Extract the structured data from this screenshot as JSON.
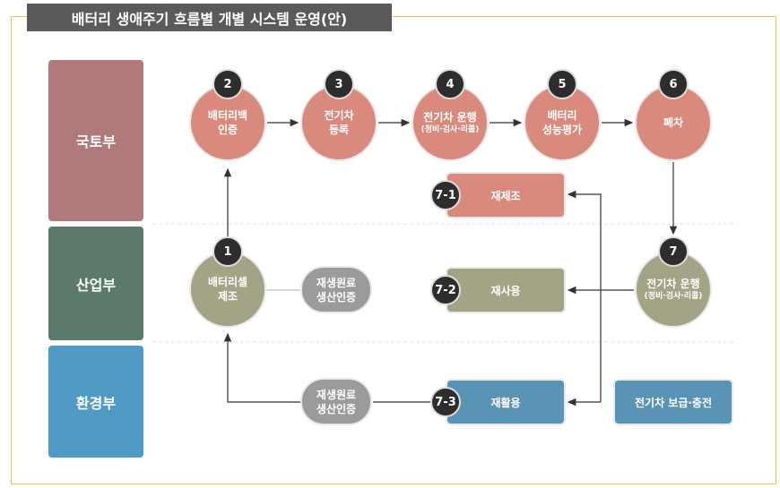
{
  "title": "배터리 생애주기 흐름별 개별 시스템 운영(안)",
  "departments": [
    "국토부",
    "산업부",
    "환경부"
  ],
  "steps": [
    {
      "num": "2",
      "l1": "배터리백",
      "l2": "인증"
    },
    {
      "num": "3",
      "l1": "전기차",
      "l2": "등록"
    },
    {
      "num": "4",
      "l1": "전기차 운행",
      "l2": "(정비·검사·리콜)"
    },
    {
      "num": "5",
      "l1": "배터리",
      "l2": "성능평가"
    },
    {
      "num": "6",
      "l1": "폐차",
      "l2": ""
    },
    {
      "num": "1",
      "l1": "배터리셀",
      "l2": "제조"
    },
    {
      "num": "7",
      "l1": "전기차 운행",
      "l2": "(정비·검사·리콜)"
    }
  ],
  "pills": [
    {
      "l1": "재생원료",
      "l2": "생산인증"
    },
    {
      "l1": "재생원료",
      "l2": "생산인증"
    }
  ],
  "boxes": [
    {
      "num": "7-1",
      "label": "재제조"
    },
    {
      "num": "7-2",
      "label": "재사용"
    },
    {
      "num": "7-3",
      "label": "재활용"
    }
  ],
  "ev_box": "전기차 보급·충전",
  "colors": {
    "frame": "#f3c244",
    "molit": "#b07a7c",
    "motie": "#5c7a6c",
    "me": "#4e9ac4"
  }
}
